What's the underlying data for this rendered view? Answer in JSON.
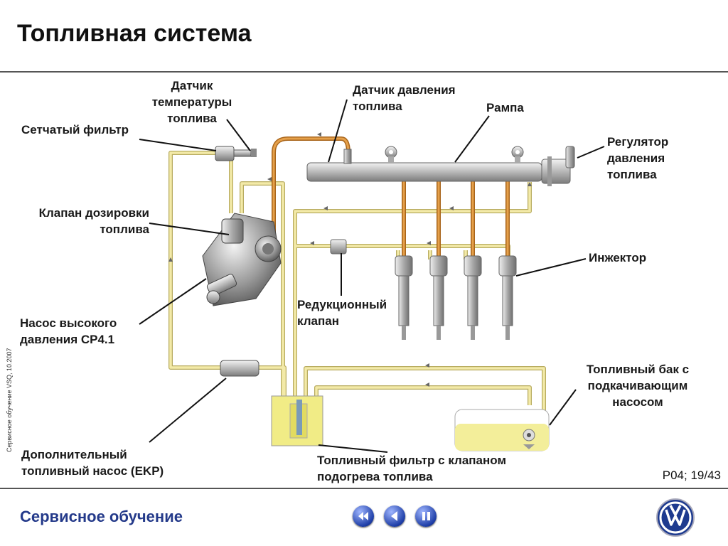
{
  "header": {
    "title": "Топливная система"
  },
  "labels": {
    "temp_sensor": [
      "Датчик",
      "температуры",
      "топлива"
    ],
    "mesh_filter": [
      "Сетчатый фильтр"
    ],
    "pressure_sensor": [
      "Датчик давления",
      "топлива"
    ],
    "rail": [
      "Рампа"
    ],
    "pressure_regulator": [
      "Регулятор",
      "давления",
      "топлива"
    ],
    "metering_valve": [
      "Клапан дозировки",
      "топлива"
    ],
    "injector": [
      "Инжектор"
    ],
    "reducing_valve": [
      "Редукционный",
      "клапан"
    ],
    "hp_pump": [
      "Насос высокого",
      "давления CP4.1"
    ],
    "fuel_tank": [
      "Топливный бак с",
      "подкачивающим",
      "насосом"
    ],
    "aux_pump": [
      "Дополнительный",
      "топливный насос (EKP)"
    ],
    "fuel_filter": [
      "Топливный фильтр с клапаном",
      "подогрева топлива"
    ]
  },
  "side_note": "Сервисное обучение VSQ, 10.2007",
  "page_number": "P04; 19/43",
  "footer": {
    "title": "Сервисное обучение",
    "logo": "vw-logo"
  },
  "nav": [
    {
      "name": "back-to-start-button",
      "icon": "rewind-icon"
    },
    {
      "name": "previous-button",
      "icon": "play-left-icon"
    },
    {
      "name": "pause-button",
      "icon": "pause-icon"
    }
  ],
  "colors": {
    "return_line": "#f0e6a0",
    "pressure_line": "#d98a1f",
    "title_blue": "#243a8a"
  }
}
